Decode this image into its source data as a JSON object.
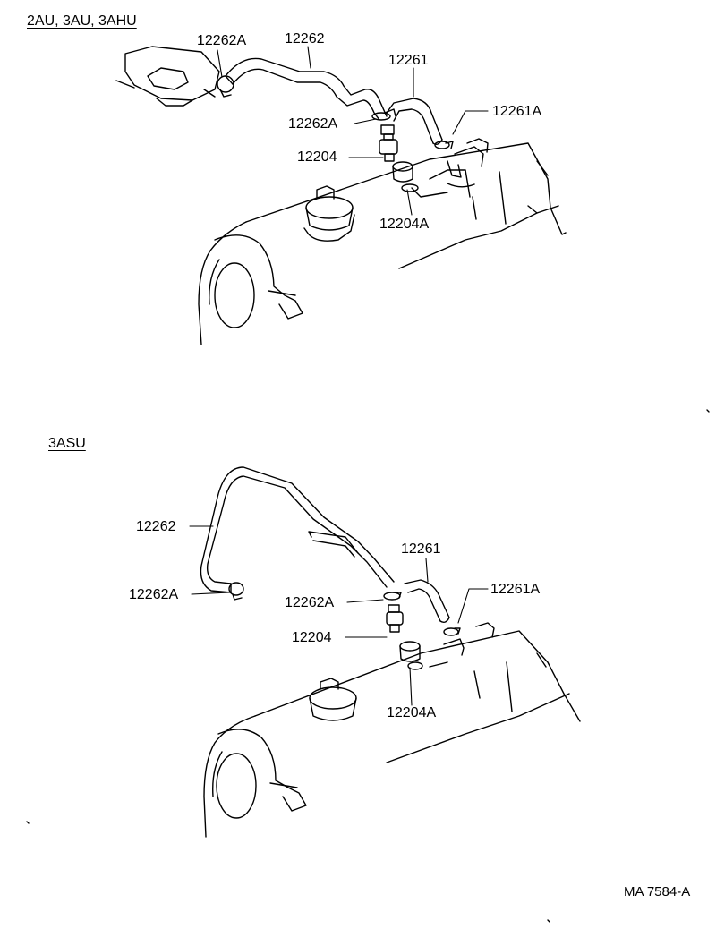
{
  "top_diagram": {
    "heading": "2AU, 3AU, 3AHU",
    "labels": {
      "clamp_left": "12262A",
      "hose_main": "12262",
      "hose_pcv": "12261",
      "clamp_mid": "12262A",
      "clamp_right": "12261A",
      "pcv_valve": "12204",
      "grommet": "12204A"
    }
  },
  "bottom_diagram": {
    "heading": "3ASU",
    "labels": {
      "hose_main": "12262",
      "clamp_left": "12262A",
      "hose_pcv": "12261",
      "clamp_mid": "12262A",
      "clamp_right": "12261A",
      "pcv_valve": "12204",
      "grommet": "12204A"
    }
  },
  "figure_code": "MA 7584-A"
}
